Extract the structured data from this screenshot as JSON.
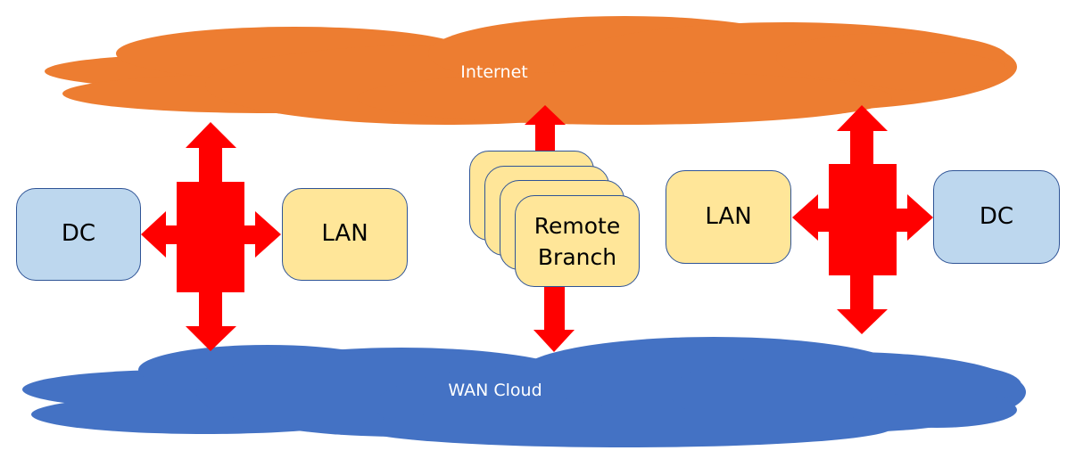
{
  "colors": {
    "internet_cloud": "#ed7d31",
    "wan_cloud": "#4472c4",
    "arrows": "#ff0000",
    "dc_fill": "#bdd7ee",
    "lan_fill": "#ffe699",
    "box_border": "#2f5496"
  },
  "clouds": {
    "internet": {
      "label": "Internet"
    },
    "wan": {
      "label": "WAN Cloud"
    }
  },
  "left_site": {
    "dc_label": "DC",
    "lan_label": "LAN"
  },
  "right_site": {
    "dc_label": "DC",
    "lan_label": "LAN"
  },
  "remote_branch": {
    "label_line1": "Remote",
    "label_line2": "Branch",
    "stack_count": 4
  }
}
